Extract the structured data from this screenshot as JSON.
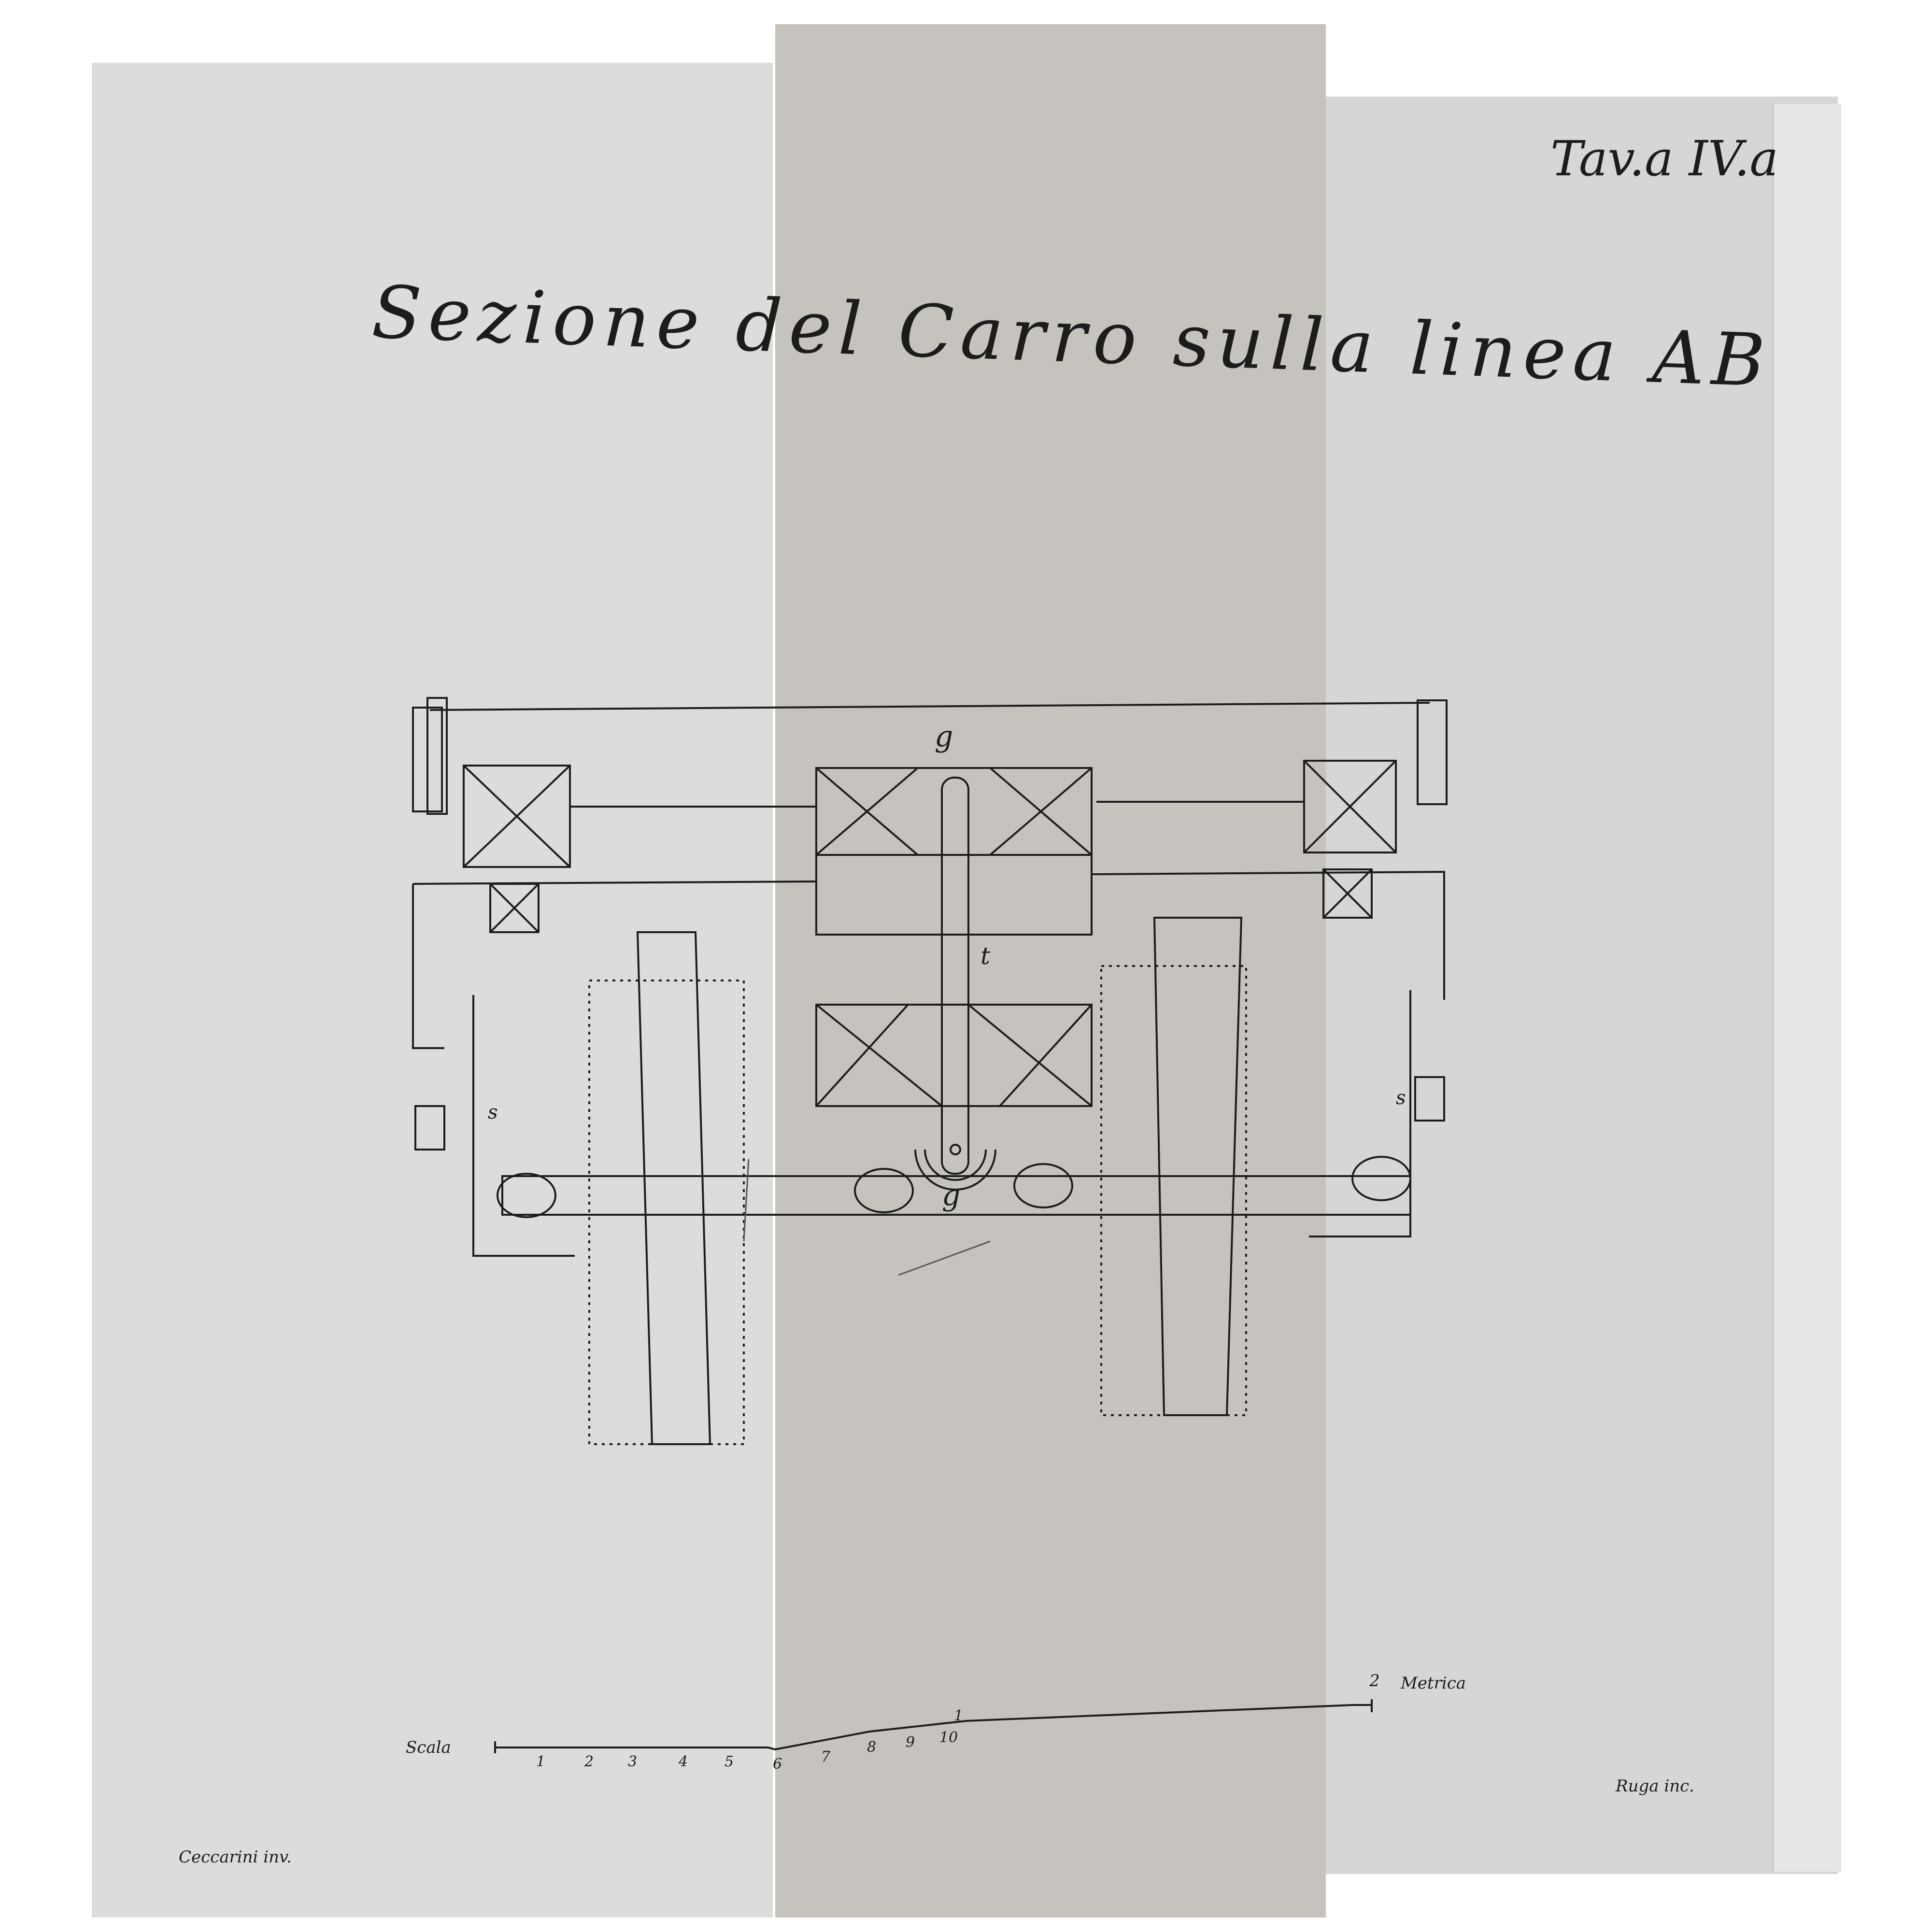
{
  "plate": {
    "title": "Sezione del Carro sulla linea AB",
    "plate_number": "Tav.a IV.a",
    "engraver_left": "Ceccarini inv.",
    "engraver_right": "Ruga inc."
  },
  "scale": {
    "label": "Scala",
    "ticks": [
      "1",
      "2",
      "3",
      "4",
      "5",
      "6",
      "7",
      "8",
      "9",
      "10"
    ],
    "major_mark_1": "1",
    "major_mark_2": "2",
    "unit": "Metrica"
  },
  "drawing_labels": {
    "top_g": "g",
    "bottom_g": "g",
    "t": "t",
    "s_left": "s",
    "s_right": "s"
  },
  "colors": {
    "ink": "#1c1c1c",
    "paper_left": "#dcdcda",
    "paper_mid": "#c6c3be",
    "paper_right": "#d6d6d4"
  }
}
